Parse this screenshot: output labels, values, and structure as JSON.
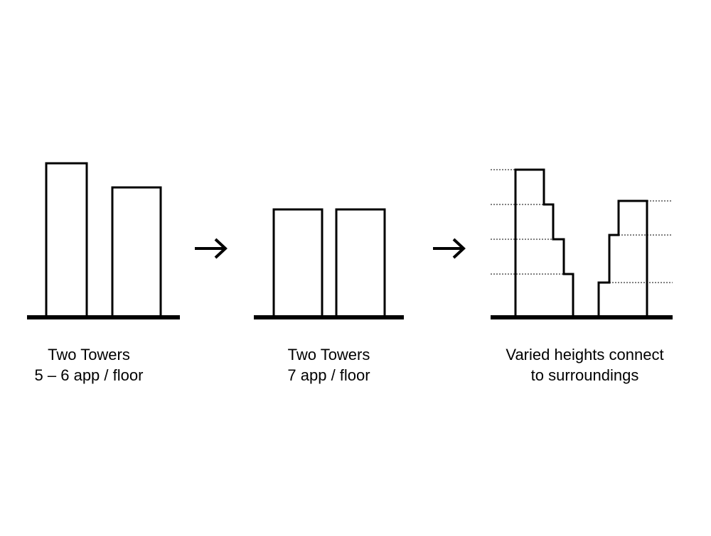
{
  "colors": {
    "ink": "#000000",
    "background": "#ffffff"
  },
  "stages": [
    {
      "id": "stage-1",
      "caption_lines": [
        "Two Towers",
        "5 – 6 app / floor"
      ]
    },
    {
      "id": "stage-2",
      "caption_lines": [
        "Two Towers",
        "7 app / floor"
      ]
    },
    {
      "id": "stage-3",
      "caption_lines": [
        "Varied heights connect",
        "to surroundings"
      ]
    }
  ],
  "arrows": [
    "arrow-right-icon",
    "arrow-right-icon"
  ]
}
